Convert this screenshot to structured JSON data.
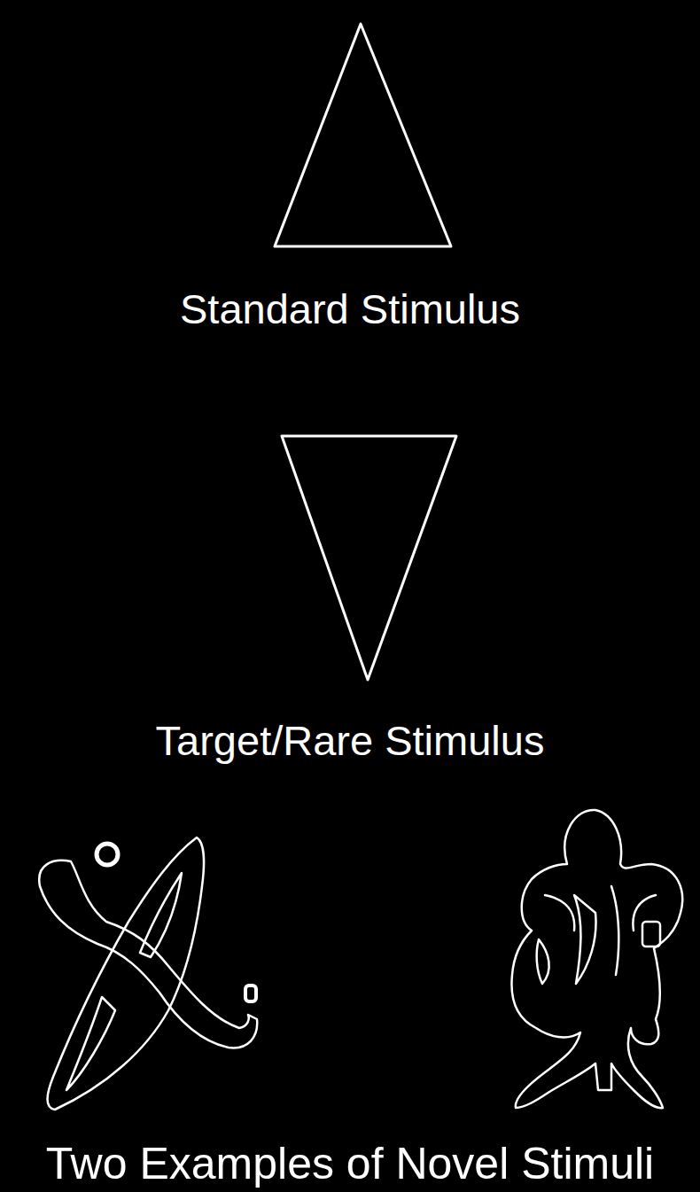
{
  "diagram": {
    "labels": [
      "Standard Stimulus",
      "Target/Rare Stimulus",
      "Two Examples of Novel Stimuli"
    ]
  }
}
